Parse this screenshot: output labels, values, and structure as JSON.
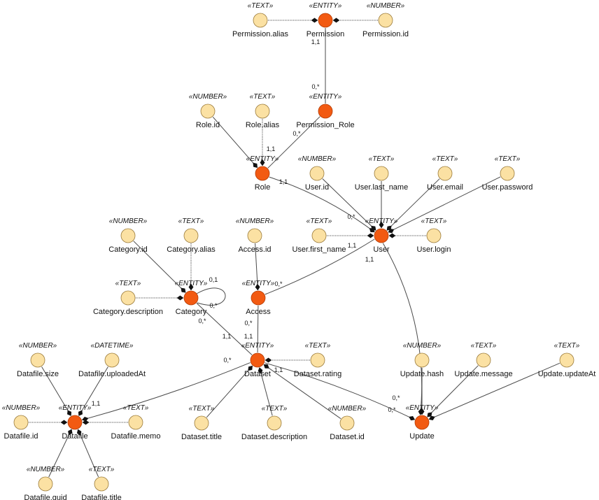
{
  "colors": {
    "entity_fill": "#f25a12",
    "entity_stroke": "#b23c06",
    "attribute_fill": "#fbe1a3",
    "attribute_stroke": "#9a7a3a"
  },
  "nodes": [
    {
      "id": "permission",
      "kind": "entity",
      "stereotype": "«ENTITY»",
      "label": "Permission"
    },
    {
      "id": "permission_alias",
      "kind": "attribute",
      "stereotype": "«TEXT»",
      "label": "Permission.alias"
    },
    {
      "id": "permission_id",
      "kind": "attribute",
      "stereotype": "«NUMBER»",
      "label": "Permission.id"
    },
    {
      "id": "permission_role",
      "kind": "entity",
      "stereotype": "«ENTITY»",
      "label": "Permission_Role"
    },
    {
      "id": "role",
      "kind": "entity",
      "stereotype": "«ENTITY»",
      "label": "Role"
    },
    {
      "id": "role_id",
      "kind": "attribute",
      "stereotype": "«NUMBER»",
      "label": "Role.id"
    },
    {
      "id": "role_alias",
      "kind": "attribute",
      "stereotype": "«TEXT»",
      "label": "Role.alias"
    },
    {
      "id": "user",
      "kind": "entity",
      "stereotype": "«ENTITY»",
      "label": "User"
    },
    {
      "id": "user_id",
      "kind": "attribute",
      "stereotype": "«NUMBER»",
      "label": "User.id"
    },
    {
      "id": "user_last_name",
      "kind": "attribute",
      "stereotype": "«TEXT»",
      "label": "User.last_name"
    },
    {
      "id": "user_email",
      "kind": "attribute",
      "stereotype": "«TEXT»",
      "label": "User.email"
    },
    {
      "id": "user_password",
      "kind": "attribute",
      "stereotype": "«TEXT»",
      "label": "User.password"
    },
    {
      "id": "user_first_name",
      "kind": "attribute",
      "stereotype": "«TEXT»",
      "label": "User.first_name"
    },
    {
      "id": "user_login",
      "kind": "attribute",
      "stereotype": "«TEXT»",
      "label": "User.login"
    },
    {
      "id": "category",
      "kind": "entity",
      "stereotype": "«ENTITY»",
      "label": "Category"
    },
    {
      "id": "category_id",
      "kind": "attribute",
      "stereotype": "«NUMBER»",
      "label": "Category.id"
    },
    {
      "id": "category_alias",
      "kind": "attribute",
      "stereotype": "«TEXT»",
      "label": "Category.alias"
    },
    {
      "id": "category_description",
      "kind": "attribute",
      "stereotype": "«TEXT»",
      "label": "Category.description"
    },
    {
      "id": "access",
      "kind": "entity",
      "stereotype": "«ENTITY»",
      "label": "Access"
    },
    {
      "id": "access_id",
      "kind": "attribute",
      "stereotype": "«NUMBER»",
      "label": "Access.id"
    },
    {
      "id": "dataset",
      "kind": "entity",
      "stereotype": "«ENTITY»",
      "label": "Dataset"
    },
    {
      "id": "dataset_rating",
      "kind": "attribute",
      "stereotype": "«TEXT»",
      "label": "Dataset.rating"
    },
    {
      "id": "dataset_title",
      "kind": "attribute",
      "stereotype": "«TEXT»",
      "label": "Dataset.title"
    },
    {
      "id": "dataset_description",
      "kind": "attribute",
      "stereotype": "«TEXT»",
      "label": "Dataset.description"
    },
    {
      "id": "dataset_id",
      "kind": "attribute",
      "stereotype": "«NUMBER»",
      "label": "Dataset.id"
    },
    {
      "id": "datafile",
      "kind": "entity",
      "stereotype": "«ENTITY»",
      "label": "Datafile"
    },
    {
      "id": "datafile_size",
      "kind": "attribute",
      "stereotype": "«NUMBER»",
      "label": "Datafile.size"
    },
    {
      "id": "datafile_uploaded_at",
      "kind": "attribute",
      "stereotype": "«DATETIME»",
      "label": "Datafile.uploadedAt"
    },
    {
      "id": "datafile_id",
      "kind": "attribute",
      "stereotype": "«NUMBER»",
      "label": "Datafile.id"
    },
    {
      "id": "datafile_memo",
      "kind": "attribute",
      "stereotype": "«TEXT»",
      "label": "Datafile.memo"
    },
    {
      "id": "datafile_guid",
      "kind": "attribute",
      "stereotype": "«NUMBER»",
      "label": "Datafile.guid"
    },
    {
      "id": "datafile_title",
      "kind": "attribute",
      "stereotype": "«TEXT»",
      "label": "Datafile.title"
    },
    {
      "id": "update",
      "kind": "entity",
      "stereotype": "«ENTITY»",
      "label": "Update"
    },
    {
      "id": "update_hash",
      "kind": "attribute",
      "stereotype": "«NUMBER»",
      "label": "Update.hash"
    },
    {
      "id": "update_message",
      "kind": "attribute",
      "stereotype": "«TEXT»",
      "label": "Update.message"
    },
    {
      "id": "update_update_at",
      "kind": "attribute",
      "stereotype": "«TEXT»",
      "label": "Update.updateAt"
    }
  ],
  "relationships": [
    {
      "id": "permission-permission_role",
      "from_card": "1,1",
      "to_card": "0,*"
    },
    {
      "id": "permission_role-role",
      "from_card": "0,*",
      "to_card": "1,1"
    },
    {
      "id": "role-user",
      "from_card": "1,1",
      "to_card": "0,*"
    },
    {
      "id": "user-access",
      "from_card": "1,1",
      "to_card": "0,*"
    },
    {
      "id": "category-self",
      "from_card": "0,1",
      "to_card": "0,*"
    },
    {
      "id": "category-dataset",
      "from_card": "0,*",
      "to_card": "1,1"
    },
    {
      "id": "access-dataset",
      "from_card": "0,*",
      "to_card": "1,1"
    },
    {
      "id": "dataset-datafile",
      "from_card": "0,*",
      "to_card": "1,1"
    },
    {
      "id": "dataset-update",
      "from_card": "1,1",
      "to_card": "0,*"
    },
    {
      "id": "user-update",
      "from_card": "1,1",
      "to_card": "0,*"
    }
  ]
}
